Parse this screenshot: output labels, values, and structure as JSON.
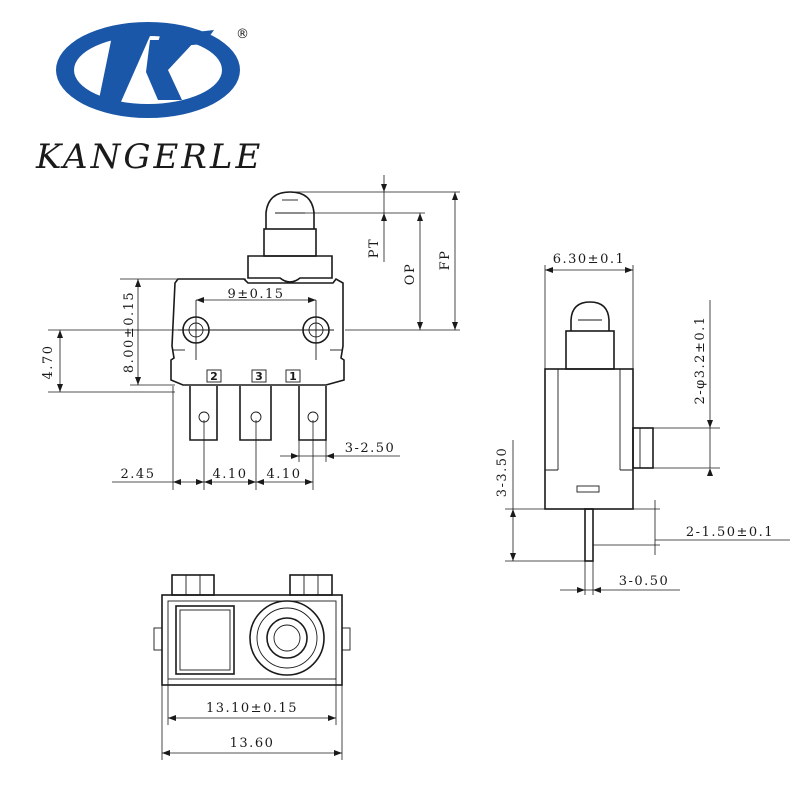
{
  "brand": {
    "name": "KANGERLE",
    "registered_mark": "®",
    "logo_color": "#1b57a8"
  },
  "front_view": {
    "dimensions": {
      "pin_spacing": "9±0.15",
      "height_mount": "8.00±0.15",
      "height_lower": "4.70",
      "pitch_left": "2.45",
      "pitch_1": "4.10",
      "pitch_2": "4.10",
      "terminal_width": "3-2.50",
      "pt": "PT",
      "op": "OP",
      "fp": "FP"
    },
    "pin_labels": [
      "2",
      "3",
      "1"
    ]
  },
  "side_view": {
    "dimensions": {
      "width": "6.30±0.1",
      "hole": "2-φ3.2±0.1",
      "terminal_length": "3-3.50",
      "terminal_thickness": "2-1.50±0.1",
      "pin_thickness": "3-0.50"
    }
  },
  "bottom_view": {
    "dimensions": {
      "inner_width": "13.10±0.15",
      "outer_width": "13.60"
    }
  }
}
